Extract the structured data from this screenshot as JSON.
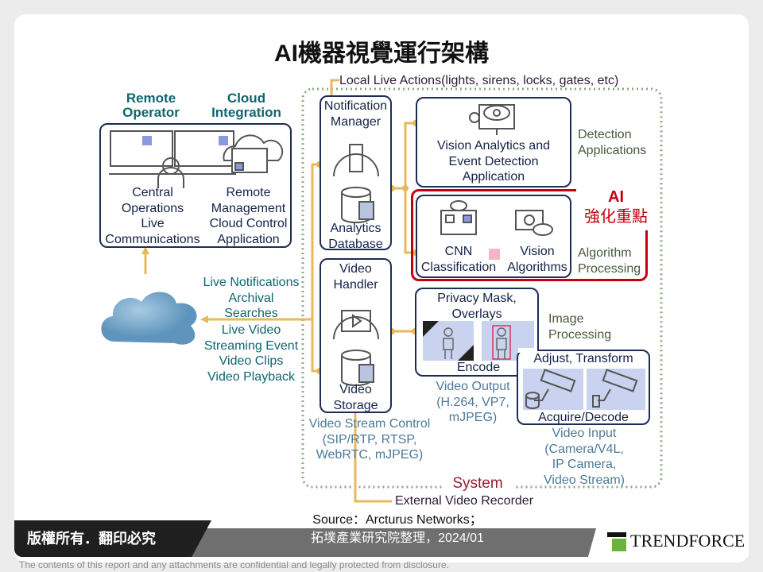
{
  "title": "AI機器視覺運行架構",
  "local_actions": "Local Live Actions(lights, sirens, locks, gates,  etc)",
  "remote": {
    "heading1": "Remote",
    "heading2": "Operator",
    "lines": [
      "Central",
      "Operations",
      "Live",
      "Communications"
    ]
  },
  "cloud": {
    "heading1": "Cloud",
    "heading2": "Integration",
    "lines": [
      "Remote",
      "Management",
      "Cloud Control",
      "Application"
    ]
  },
  "notification": {
    "title": [
      "Notification",
      "Manager"
    ],
    "db": [
      "Analytics",
      "Database"
    ]
  },
  "video_handler": {
    "title": [
      "Video",
      "Handler"
    ],
    "storage": [
      "Video",
      "Storage"
    ]
  },
  "vision_app": [
    "Vision Analytics and",
    "Event Detection",
    "Application"
  ],
  "detection_label": [
    "Detection",
    "Applications"
  ],
  "ai_focus": [
    "AI",
    "強化重點"
  ],
  "cnn": [
    "CNN",
    "Classification"
  ],
  "vision_alg": [
    "Vision",
    "Algorithms"
  ],
  "algorithm_label": [
    "Algorithm",
    "Processing"
  ],
  "privacy": [
    "Privacy Mask,",
    "Overlays"
  ],
  "encode": "Encode",
  "image_label": [
    "Image",
    "Processing"
  ],
  "adjust": "Adjust, Transform",
  "acquire": "Acquire/Decode",
  "video_output": [
    "Video Output",
    "(H.264, VP7,",
    "mJPEG)"
  ],
  "video_input": [
    "Video Input",
    "(Camera/V4L,",
    "IP Camera,",
    "Video Stream)"
  ],
  "stream_control": [
    "Video Stream Control",
    "(SIP/RTP, RTSP,",
    "WebRTC, mJPEG)"
  ],
  "left_texts": [
    "Live Notifications",
    "Archival",
    "Searches",
    "Live Video",
    "Streaming Event",
    "Video Clips",
    "Video Playback"
  ],
  "system": "System",
  "external": "External Video Recorder",
  "source": [
    "Source：Arcturus Networks；",
    "拓墣產業研究院整理，2024/01"
  ],
  "copyright": "版權所有．翻印必究",
  "logo": "TRENDFORCE",
  "disclaimer": "The contents of this report and any attachments are confidential and legally protected from disclosure.",
  "colors": {
    "connector": "#e8b85a",
    "system_border": "#8aaa80",
    "ai_highlight": "#c4000f",
    "box_border": "#1c2d55"
  }
}
